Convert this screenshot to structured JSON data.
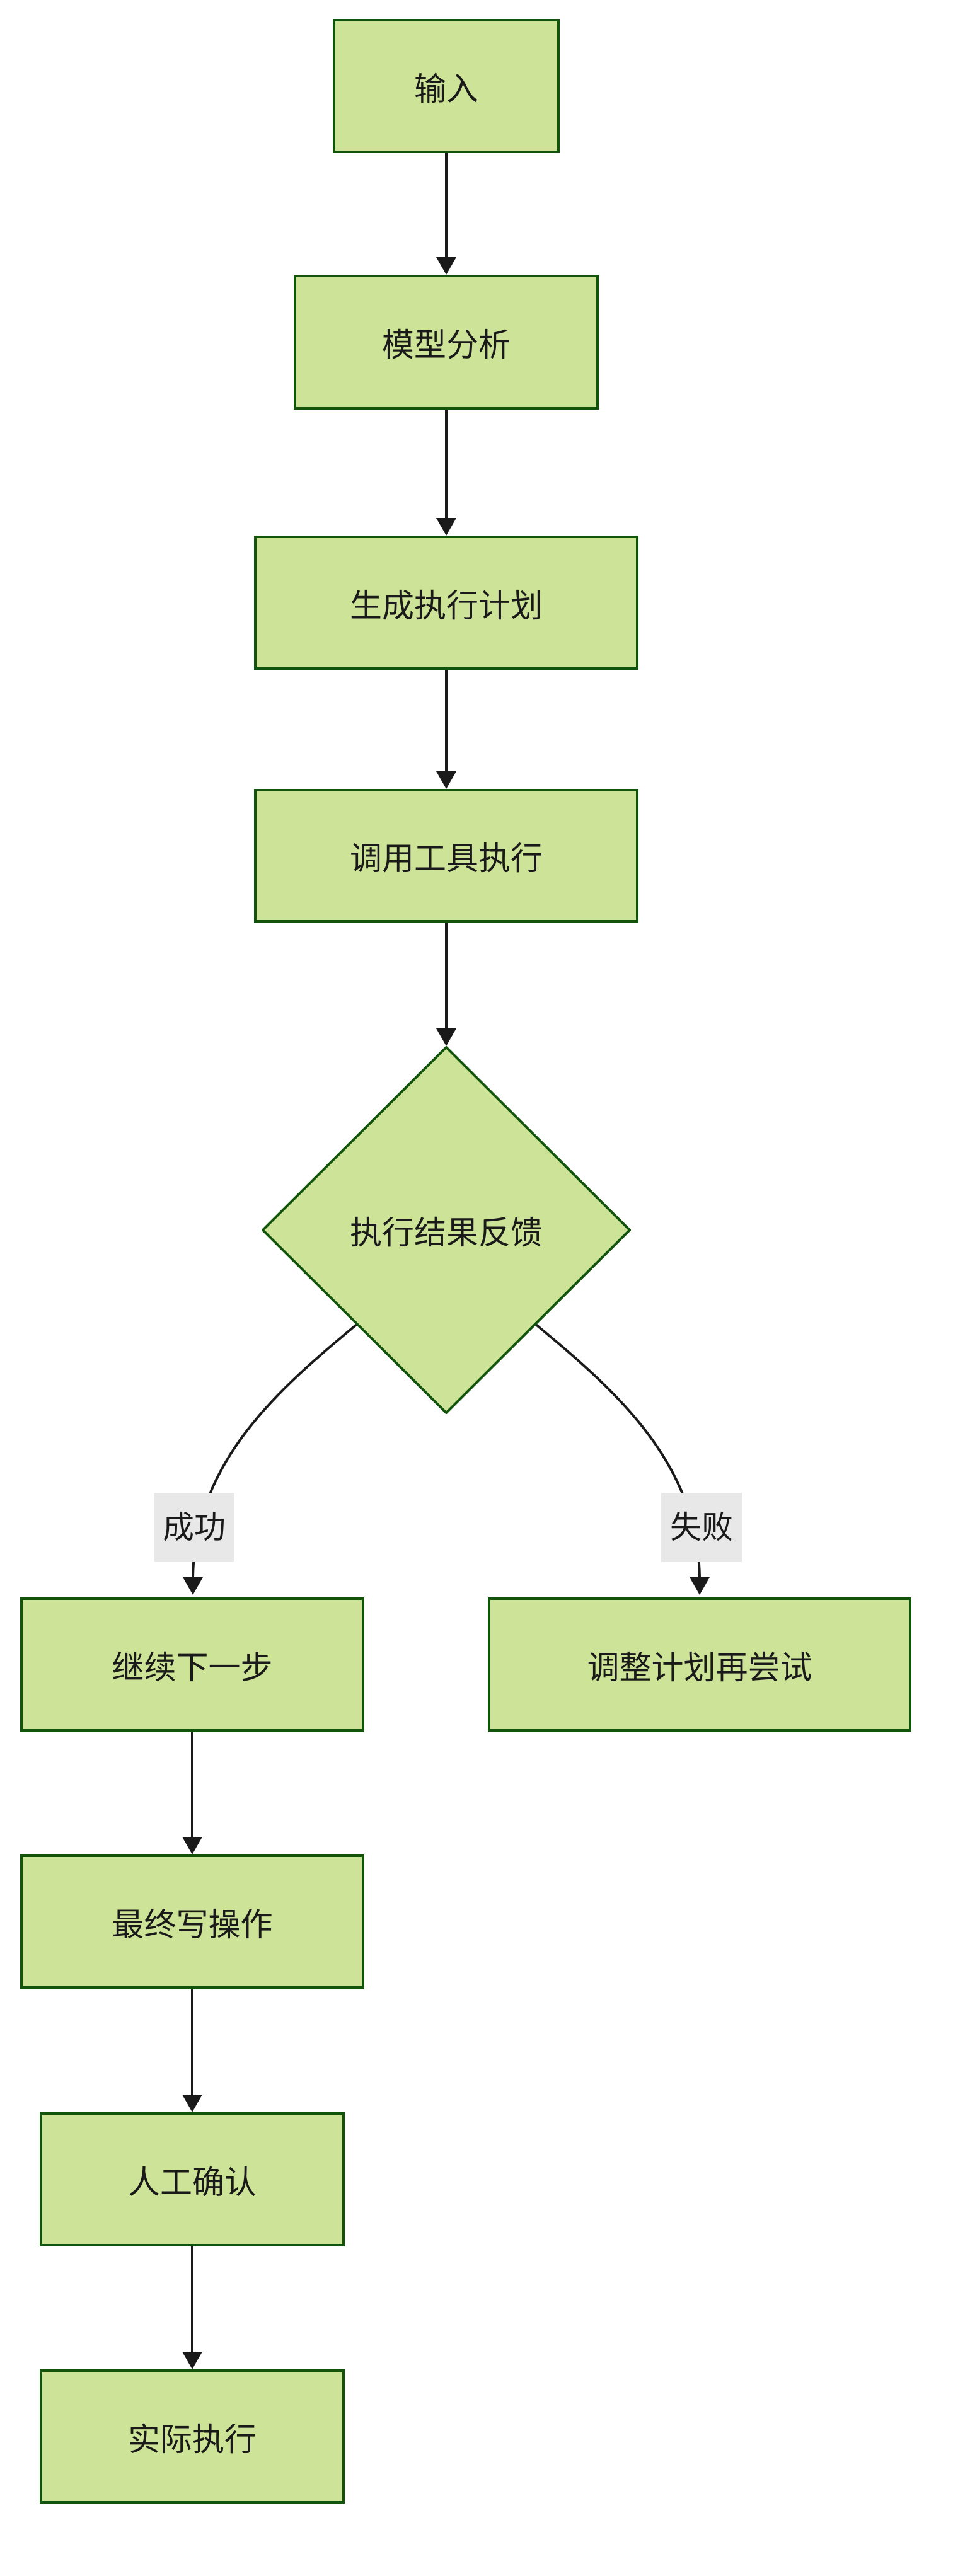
{
  "canvas": {
    "background": "#ffffff"
  },
  "diagram": {
    "type": "flowchart",
    "direction": "top-down",
    "theme": {
      "node_fill": "#cde498",
      "node_border": "#13540c",
      "edge_color": "#1a1a1a",
      "edge_label_background": "#e8e8e8",
      "text_color": "#1a1a1a"
    },
    "nodes": [
      {
        "id": "input",
        "label": "输入",
        "shape": "rect"
      },
      {
        "id": "model",
        "label": "模型分析",
        "shape": "rect"
      },
      {
        "id": "plan",
        "label": "生成执行计划",
        "shape": "rect"
      },
      {
        "id": "tools",
        "label": "调用工具执行",
        "shape": "rect"
      },
      {
        "id": "feedback",
        "label": "执行结果反馈",
        "shape": "diamond"
      },
      {
        "id": "next",
        "label": "继续下一步",
        "shape": "rect"
      },
      {
        "id": "retry",
        "label": "调整计划再尝试",
        "shape": "rect"
      },
      {
        "id": "write",
        "label": "最终写操作",
        "shape": "rect"
      },
      {
        "id": "confirm",
        "label": "人工确认",
        "shape": "rect"
      },
      {
        "id": "exec",
        "label": "实际执行",
        "shape": "rect"
      }
    ],
    "edges": [
      {
        "from": "输入",
        "to": "模型分析",
        "label": ""
      },
      {
        "from": "模型分析",
        "to": "生成执行计划",
        "label": ""
      },
      {
        "from": "生成执行计划",
        "to": "调用工具执行",
        "label": ""
      },
      {
        "from": "调用工具执行",
        "to": "执行结果反馈",
        "label": ""
      },
      {
        "from": "执行结果反馈",
        "to": "继续下一步",
        "label": "成功"
      },
      {
        "from": "执行结果反馈",
        "to": "调整计划再尝试",
        "label": "失败"
      },
      {
        "from": "继续下一步",
        "to": "最终写操作",
        "label": ""
      },
      {
        "from": "最终写操作",
        "to": "人工确认",
        "label": ""
      },
      {
        "from": "人工确认",
        "to": "实际执行",
        "label": ""
      }
    ]
  }
}
